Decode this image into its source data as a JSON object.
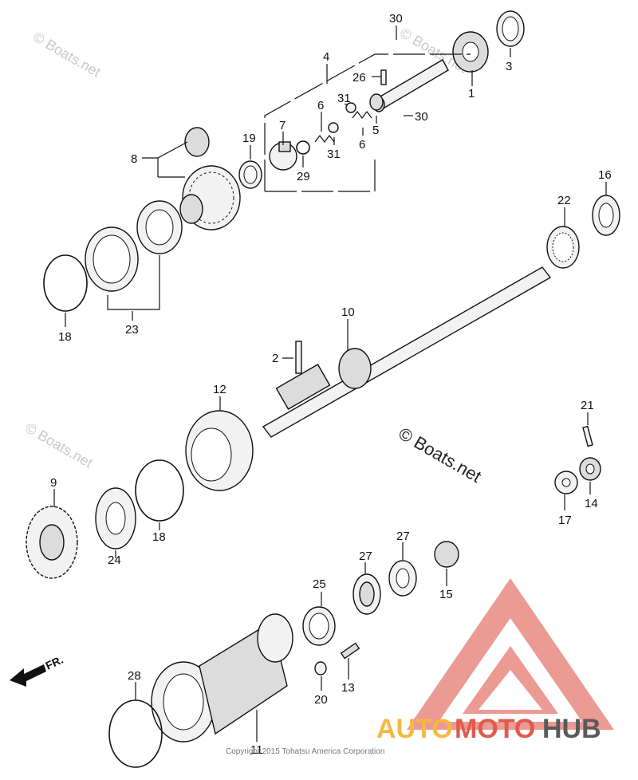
{
  "watermarks": {
    "main": "© Boats.net",
    "faint": "© Boats.net"
  },
  "copyright": "Copyright 2015 Tohatsu America Corporation",
  "direction_label": "FR.",
  "logo": {
    "part1": "AUTO",
    "part2": "MOTO",
    "part3": "HUB",
    "color_orange": "#f5b942",
    "color_red": "#e05a4e",
    "color_dark": "#5a5a5a"
  },
  "callouts": {
    "c30a": "30",
    "c4": "4",
    "c3": "3",
    "c1": "1",
    "c26": "26",
    "c6a": "6",
    "c31a": "31",
    "c7": "7",
    "c5": "5",
    "c30b": "30",
    "c31b": "31",
    "c6b": "6",
    "c29": "29",
    "c19": "19",
    "c8": "8",
    "c16": "16",
    "c22": "22",
    "c18a": "18",
    "c23": "23",
    "c10": "10",
    "c2": "2",
    "c12": "12",
    "c21": "21",
    "c9": "9",
    "c14": "14",
    "c17": "17",
    "c24": "24",
    "c18b": "18",
    "c27a": "27",
    "c27b": "27",
    "c15": "15",
    "c25": "25",
    "c13": "13",
    "c20": "20",
    "c28": "28",
    "c11": "11"
  }
}
